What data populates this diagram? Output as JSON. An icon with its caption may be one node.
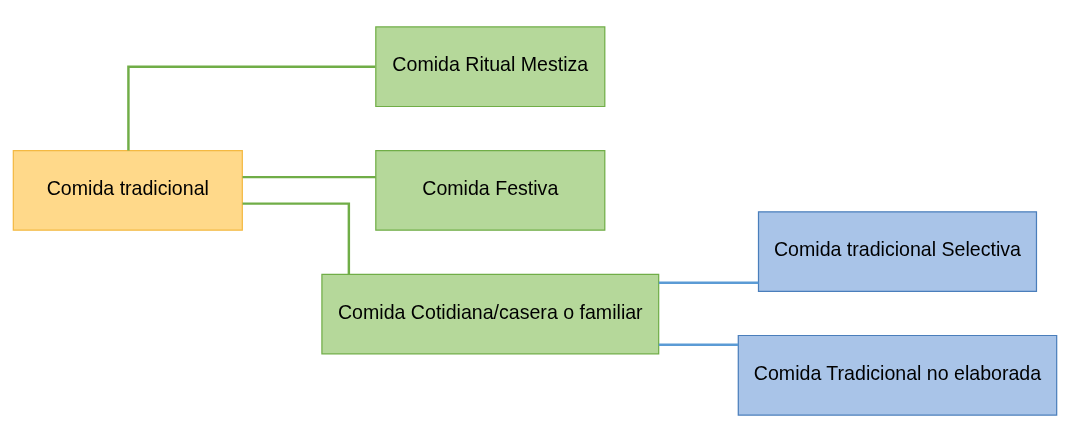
{
  "diagram": {
    "nodes": [
      {
        "text": [
          "Comida tradicional"
        ]
      },
      {
        "text": [
          "Comida Ritual Mestiza"
        ]
      },
      {
        "text": [
          "Comida Festiva"
        ]
      },
      {
        "text": [
          "Comida Cotidiana/casera o familiar"
        ]
      },
      {
        "text": [
          "Comida tradicional Selectiva"
        ]
      },
      {
        "text": [
          "Comida Tradicional no elaborada"
        ]
      }
    ],
    "edges": [
      {
        "from": 0,
        "to": 1,
        "arrow": "none"
      },
      {
        "from": 0,
        "to": 2,
        "arrow": "none"
      },
      {
        "from": 0,
        "to": 3,
        "arrow": "none"
      },
      {
        "from": 3,
        "to": 4,
        "arrow": "none",
        "color": "#5b9bd5"
      },
      {
        "from": 3,
        "to": 5,
        "arrow": "none",
        "color": "#5b9bd5"
      }
    ]
  }
}
